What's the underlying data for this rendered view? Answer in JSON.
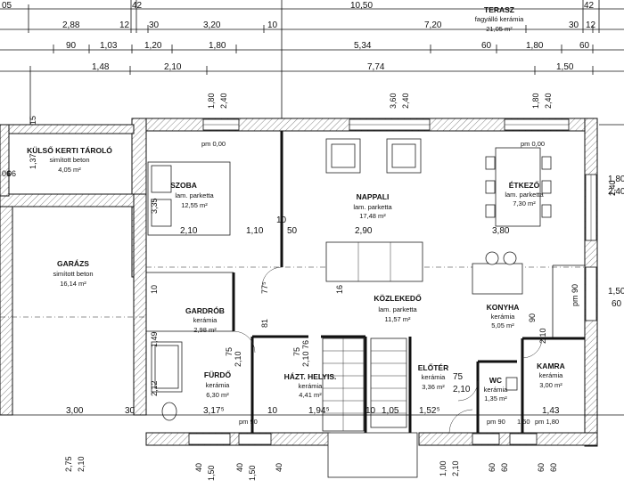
{
  "dims": {
    "row1": [
      "2,88",
      "12",
      "30",
      "3,20",
      "10",
      "7,20",
      "30",
      "12",
      "10,50",
      "42",
      "42",
      "05",
      "05"
    ],
    "row2": [
      "90",
      "1,03",
      "1,20",
      "1,80",
      "5,34",
      "60",
      "1,80",
      "60"
    ],
    "row3": [
      "1,48",
      "2,10",
      "7,74",
      "1,50"
    ],
    "right": [
      "1,80",
      "2,40",
      "1,50",
      "60"
    ],
    "bottom": [
      "3,00",
      "30",
      "3,17⁵",
      "10",
      "1,94⁵",
      "10",
      "1,05",
      "1,52⁵",
      "1,43"
    ],
    "left": [
      "2,75",
      "2,10",
      "1,49",
      "10",
      "2,12",
      "3,35",
      "1,37",
      "15",
      "06",
      "06"
    ],
    "windows": [
      "1,80",
      "2,40",
      "3,60",
      "2,40",
      "1,80",
      "2,40"
    ],
    "bottom_windows": [
      "40",
      "1,50",
      "40",
      "1,50",
      "40",
      "1,00",
      "2,10",
      "60",
      "60",
      "60",
      "60"
    ],
    "interior": [
      "2,10",
      "1,10",
      "50",
      "2,90",
      "3,80",
      "10",
      "77⁵",
      "81",
      "2,10",
      "75",
      "2,10",
      "75",
      "2,10",
      "75",
      "2,10",
      "16",
      "76",
      "1,60",
      "pm 90",
      "pm 90",
      "pm 1,80",
      "pm 90",
      "90",
      "2,40"
    ]
  },
  "terrace": {
    "name": "TERASZ",
    "floor": "fagyálló kerámia",
    "area": "21,05 m²"
  },
  "rooms": [
    {
      "id": "tarolo",
      "name": "KÜLSŐ KERTI TÁROLÓ",
      "floor": "simított beton",
      "area": "4,05 m²"
    },
    {
      "id": "szoba",
      "name": "SZOBA",
      "floor": "lam. parketta",
      "area": "12,55 m²"
    },
    {
      "id": "nappali",
      "name": "NAPPALI",
      "floor": "lam. parketta",
      "area": "17,48 m²"
    },
    {
      "id": "etkezo",
      "name": "ÉTKEZŐ",
      "floor": "lam. parketta",
      "area": "7,30 m²"
    },
    {
      "id": "garazs",
      "name": "GARÁZS",
      "floor": "simított beton",
      "area": "16,14 m²"
    },
    {
      "id": "kozlekedo",
      "name": "KÖZLEKEDŐ",
      "floor": "lam. parketta",
      "area": "11,57 m²"
    },
    {
      "id": "konyha",
      "name": "KONYHA",
      "floor": "kerámia",
      "area": "5,05 m²"
    },
    {
      "id": "gardrob",
      "name": "GARDRÓB",
      "floor": "kerámia",
      "area": "2,98 m²"
    },
    {
      "id": "furdo",
      "name": "FÜRDŐ",
      "floor": "kerámia",
      "area": "6,30 m²"
    },
    {
      "id": "haztartasi",
      "name": "HÁZT. HELYIS.",
      "floor": "kerámia",
      "area": "4,41 m²"
    },
    {
      "id": "eloter",
      "name": "ELŐTÉR",
      "floor": "kerámia",
      "area": "3,36 m²"
    },
    {
      "id": "wc",
      "name": "WC",
      "floor": "kerámia",
      "area": "1,35 m²"
    },
    {
      "id": "kamra",
      "name": "KAMRA",
      "floor": "kerámia",
      "area": "3,00 m²"
    }
  ],
  "levels": {
    "szoba": "pm 0,00",
    "etkezo": "pm 0,00"
  }
}
